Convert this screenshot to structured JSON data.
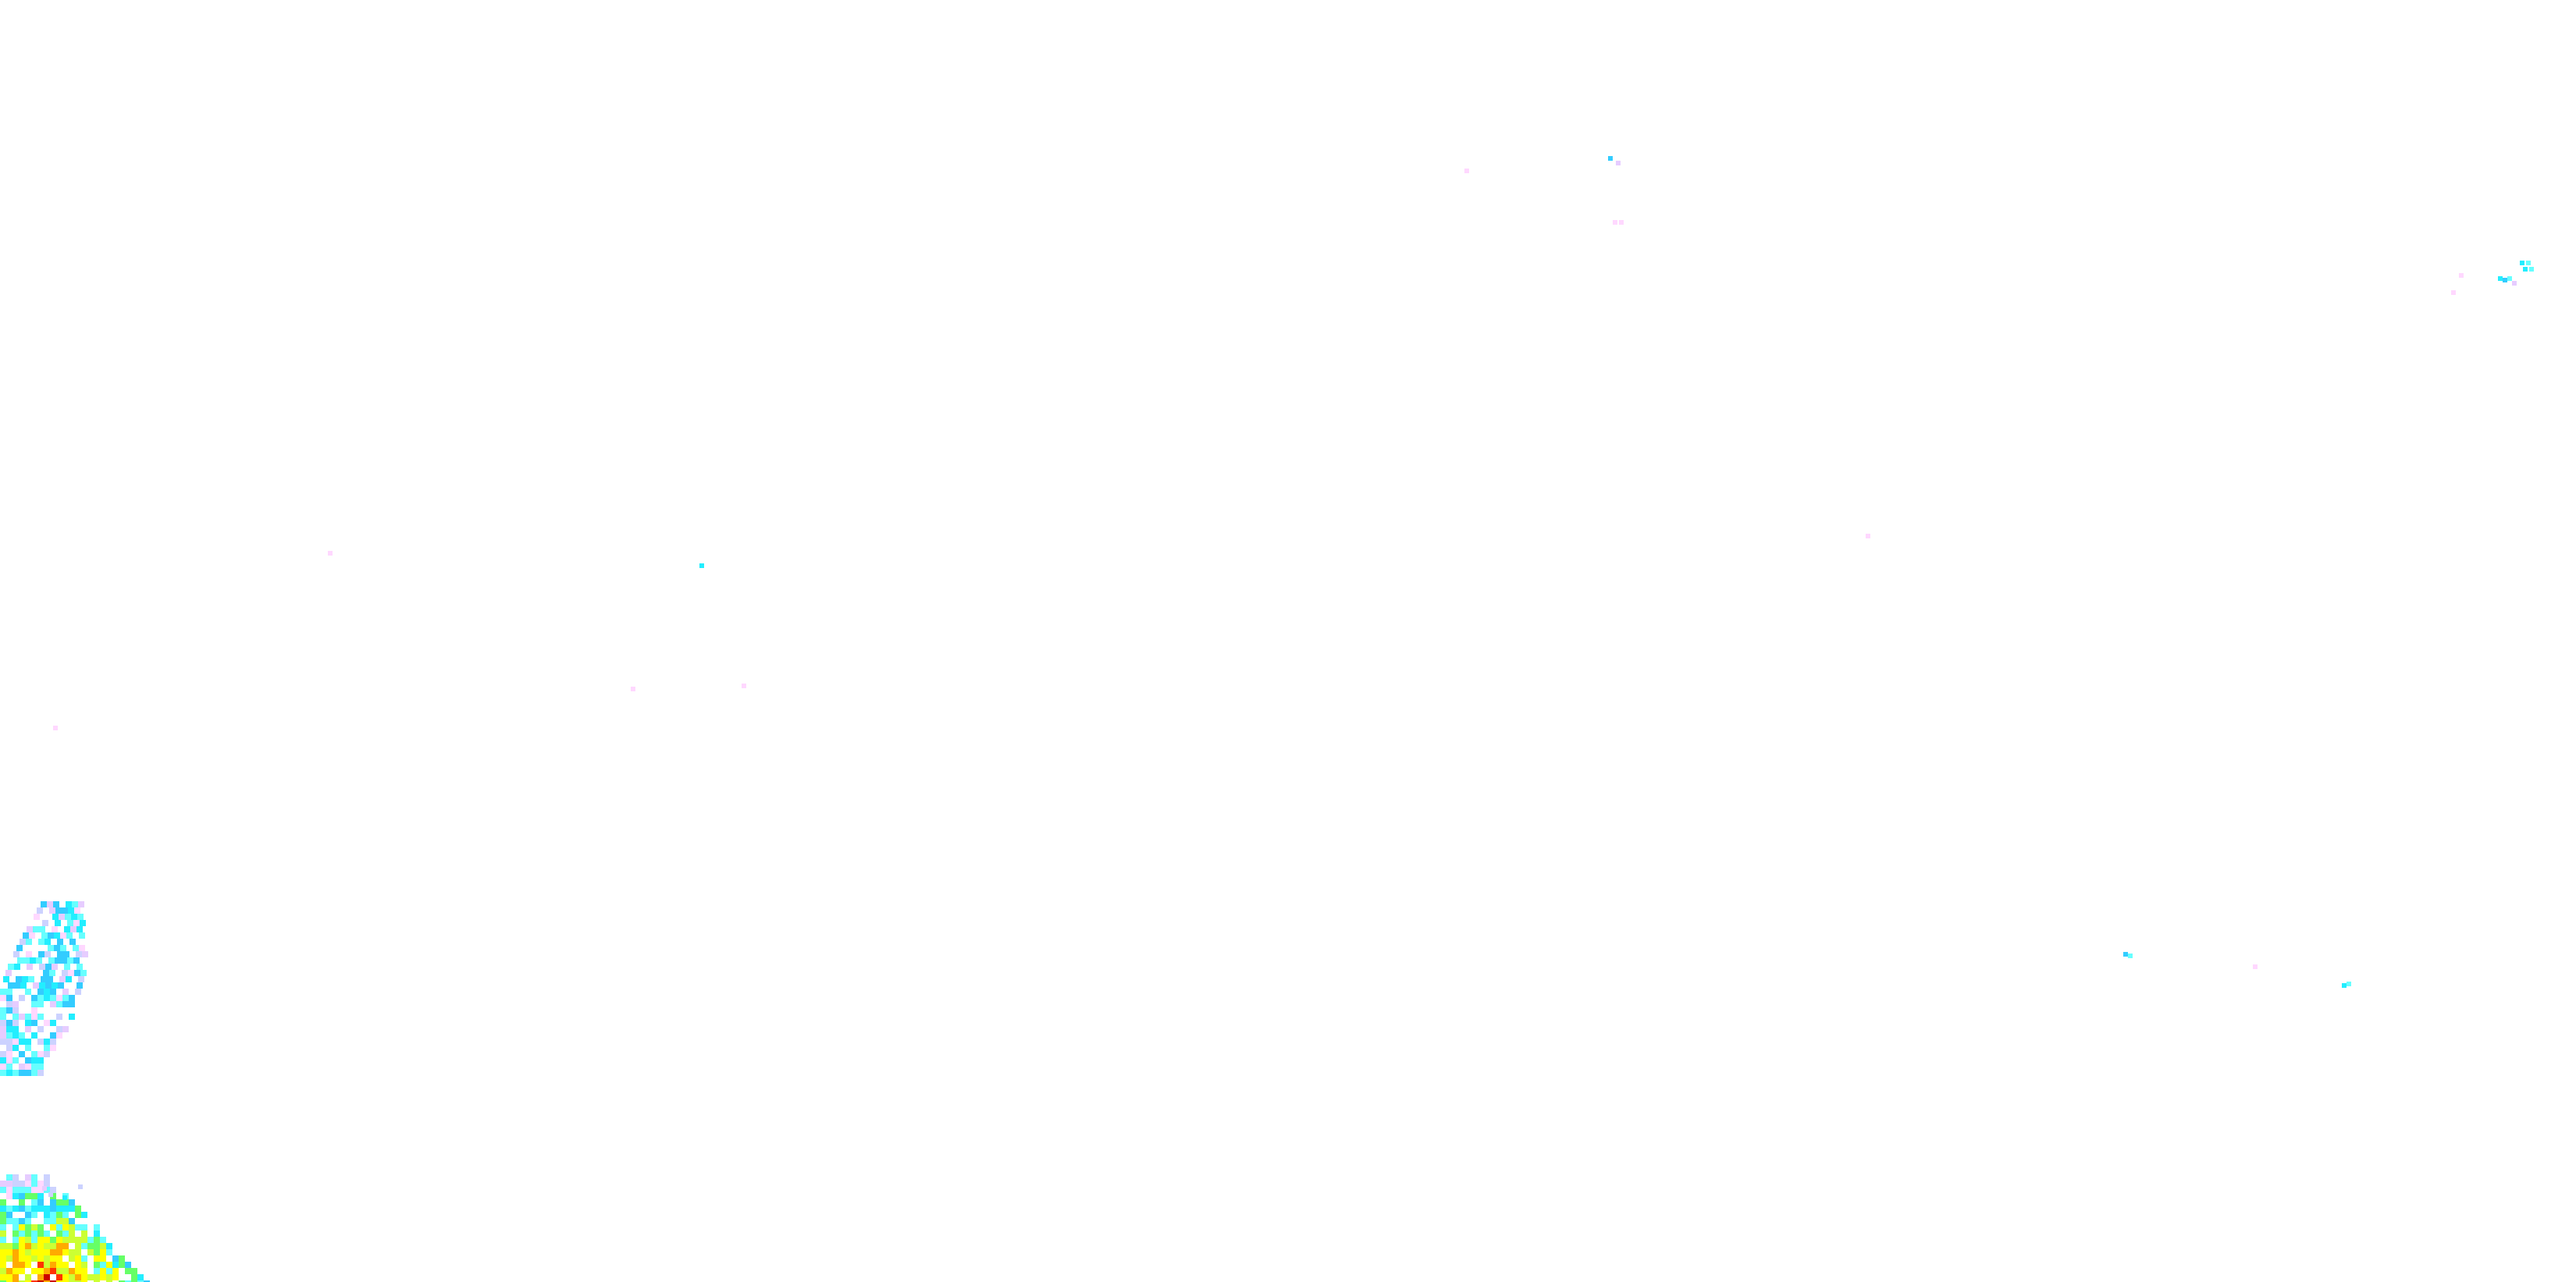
{
  "layer": {
    "kind": "precipitation-radar-tile-overlay",
    "background": "transparent",
    "text_labels": []
  },
  "color_scale": {
    "trace": "#ffd8ff",
    "very_light": "#e6ccff",
    "light_lavender": "#ccd2ff",
    "light": "#66ffff",
    "cyan": "#22eeff",
    "moderate": "#33ccff",
    "green": "#66ff66",
    "green_yellow": "#ccff33",
    "yellow": "#ffff00",
    "orange": "#ffaa00",
    "red": "#ff3300",
    "dark_red": "#cc0000"
  },
  "echo_regions": [
    {
      "name": "west-edge-band",
      "intensity": "light"
    },
    {
      "name": "southwest-core",
      "intensity": "heavy"
    },
    {
      "name": "northeast-fragment",
      "intensity": "light"
    },
    {
      "name": "scattered-returns",
      "intensity": "trace"
    }
  ]
}
